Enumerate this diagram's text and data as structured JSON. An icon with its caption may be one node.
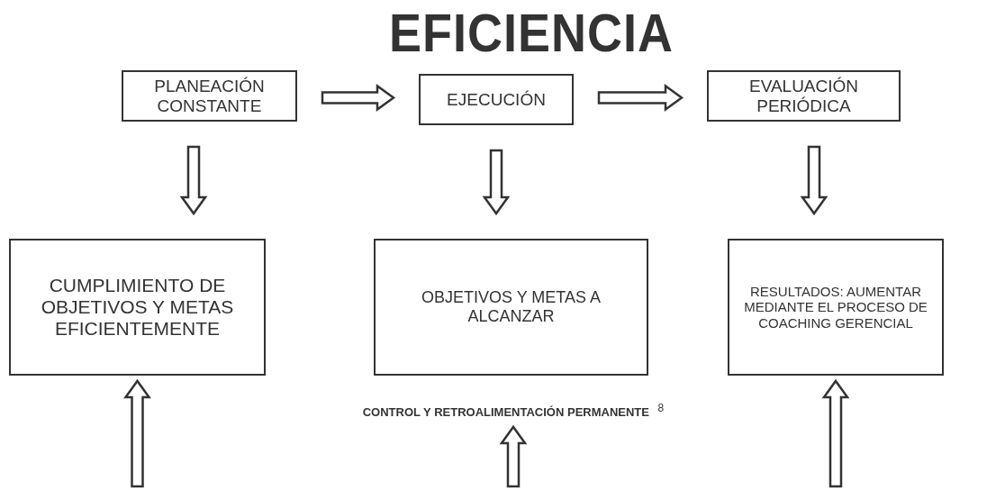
{
  "diagram": {
    "title": "EFICIENCIA",
    "nodes": [
      {
        "text": [
          "PLANEACIÓN CONSTANTE"
        ]
      },
      {
        "text": [
          "EJECUCIÓN"
        ]
      },
      {
        "text": [
          "EVALUACIÓN PERIÓDICA"
        ]
      },
      {
        "text": [
          "CUMPLIMIENTO DE OBJETIVOS Y METAS EFICIENTEMENTE"
        ]
      },
      {
        "text": [
          "OBJETIVOS Y METAS A ALCANZAR"
        ]
      },
      {
        "text": [
          "RESULTADOS: AUMENTAR MEDIANTE EL PROCESO DE COACHING GERENCIAL"
        ]
      },
      {
        "text": [
          "CONTROL Y RETROALIMENTACIÓN PERMANENTE $^{8}$"
        ]
      }
    ],
    "edges": [
      {
        "from": 0,
        "to": 1,
        "arrow": "to"
      },
      {
        "from": 1,
        "to": 2,
        "arrow": "to"
      },
      {
        "from": 0,
        "to": 3,
        "arrow": "to"
      },
      {
        "from": 1,
        "to": 4,
        "arrow": "to"
      },
      {
        "from": 2,
        "to": 5,
        "arrow": "to"
      },
      {
        "from": null,
        "to": 3,
        "arrow": "to"
      },
      {
        "from": null,
        "to": 6,
        "arrow": "to"
      },
      {
        "from": null,
        "to": 5,
        "arrow": "to"
      }
    ]
  }
}
